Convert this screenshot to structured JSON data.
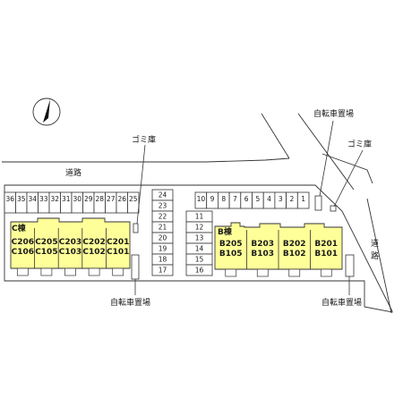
{
  "labels": {
    "road_top": "道路",
    "road_right": "道路",
    "trash_center": "ゴミ庫",
    "trash_right": "ゴミ庫",
    "bike_top_right": "自転車置場",
    "bike_bottom_center": "自転車置場",
    "bike_bottom_right": "自転車置場"
  },
  "building_c": {
    "name": "C棟",
    "units": [
      {
        "upper": "C206",
        "lower": "C106"
      },
      {
        "upper": "C205",
        "lower": "C105"
      },
      {
        "upper": "C203",
        "lower": "C103"
      },
      {
        "upper": "C202",
        "lower": "C102"
      },
      {
        "upper": "C201",
        "lower": "C101"
      }
    ]
  },
  "building_b": {
    "name": "B棟",
    "units": [
      {
        "upper": "B205",
        "lower": "B105"
      },
      {
        "upper": "B203",
        "lower": "B103"
      },
      {
        "upper": "B202",
        "lower": "B102"
      },
      {
        "upper": "B201",
        "lower": "B101"
      }
    ]
  },
  "parking": {
    "top_left_row": [
      "36",
      "35",
      "34",
      "33",
      "32",
      "31",
      "30",
      "29",
      "28",
      "27",
      "26",
      "25"
    ],
    "center_column": [
      "24",
      "23",
      "22",
      "21",
      "20",
      "19",
      "18",
      "17"
    ],
    "top_right_row": [
      "10",
      "9",
      "8",
      "7",
      "6",
      "5",
      "4",
      "3",
      "2",
      "1"
    ],
    "right_column": [
      "11",
      "12",
      "13",
      "14",
      "15",
      "16"
    ]
  },
  "colors": {
    "building_fill": "#ffff99",
    "line": "#333333"
  }
}
